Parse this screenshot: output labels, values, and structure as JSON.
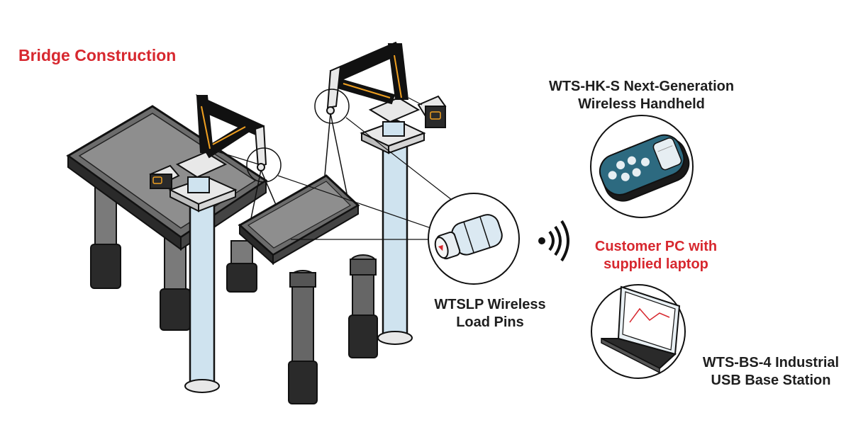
{
  "title": "Bridge Construction",
  "labels": {
    "handheld_line1": "WTS-HK-S Next-Generation",
    "handheld_line2": "Wireless Handheld",
    "pc_line1": "Customer PC with",
    "pc_line2": "supplied laptop",
    "load_pins_line1": "WTSLP Wireless",
    "load_pins_line2": "Load Pins",
    "base_station_line1": "WTS-BS-4 Industrial",
    "base_station_line2": "USB Base Station"
  },
  "colors": {
    "accent_red": "#d7282f",
    "steel_blue": "#cfe3ef",
    "dark_gray": "#555555",
    "black": "#111111",
    "orange_highlight": "#f0a020",
    "handheld_teal": "#2d6a80"
  },
  "icons": [
    "wireless-signal-icon",
    "load-pin-icon",
    "handheld-device-icon",
    "laptop-icon"
  ]
}
